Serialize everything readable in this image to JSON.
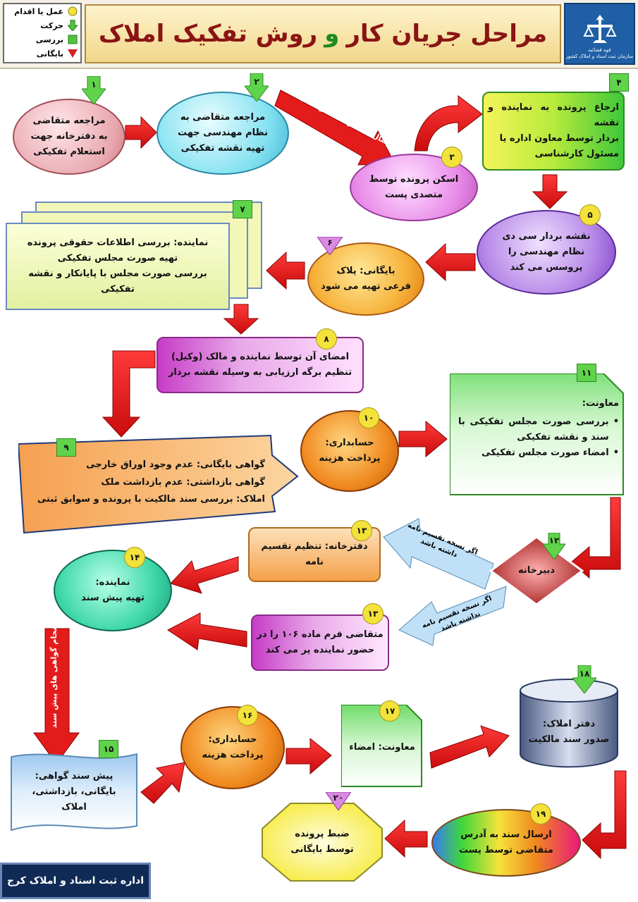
{
  "header": {
    "title_part1": "مراحل جریان کار",
    "title_and": "و",
    "title_part2": "روش تفکیک املاک",
    "legend": [
      {
        "label": "عمل یا اقدام",
        "icon": "circle-icon",
        "color": "#f2e23a"
      },
      {
        "label": "حرکت",
        "icon": "down-arrow-icon",
        "color": "#4ec43a"
      },
      {
        "label": "بررسی",
        "icon": "square-icon",
        "color": "#4ec43a"
      },
      {
        "label": "بایگانی",
        "icon": "down-triangle-icon",
        "color": "#d62020"
      }
    ],
    "logo_caption_1": "قوه قضائیه",
    "logo_caption_2": "سازمان ثبت اسناد و املاک کشور"
  },
  "steps": {
    "s1": {
      "num": "۱",
      "lines": [
        "مراجعه متقاضی",
        "به دفترخانه جهت",
        "استعلام تفکیکی"
      ]
    },
    "s2": {
      "num": "۲",
      "lines": [
        "مراجعه متقاضی به",
        "نظام مهندسی جهت",
        "تهیه نقشه تفکیکی"
      ]
    },
    "send_label": "ارسال به اداره ثبت توسط پست",
    "s3": {
      "num": "۳",
      "lines": [
        "اسکن پرونده توسط",
        "متصدی پست"
      ]
    },
    "s4": {
      "num": "۴",
      "lines": [
        "ارجاع پرونده به نماینده و نقشه",
        "بردار توسط معاون اداره یا",
        "مسئول کارشناسی"
      ]
    },
    "s5": {
      "num": "۵",
      "lines": [
        "نقشه بردار سی دی",
        "نظام مهندسی را",
        "پروسس می کند"
      ]
    },
    "s6": {
      "num": "۶",
      "lines": [
        "بایگانی: پلاک",
        "فرعی تهیه می شود"
      ]
    },
    "s7": {
      "num": "۷",
      "lines": [
        "نماینده:  بررسی اطلاعات حقوقی پرونده",
        "تهیه صورت مجلس تفکیکی",
        "بررسی صورت مجلس با پایانکار و نقشه تفکیکی"
      ]
    },
    "s8": {
      "num": "۸",
      "lines": [
        "امضای آن توسط نماینده و مالک (وکیل)",
        "تنظیم برگه ارزیابی به وسیله نقشه بردار"
      ]
    },
    "s9": {
      "num": "۹",
      "lines": [
        "گواهی بایگانی: عدم وجود اوراق خارجی",
        "گواهی بازداشتی: عدم بازداشت ملک",
        "املاک: بررسی سند مالکیت با پرونده و سوابق ثبتی"
      ]
    },
    "s10": {
      "num": "۱۰",
      "lines": [
        "حسابداری:",
        "پرداخت هزینه"
      ]
    },
    "s11": {
      "num": "۱۱",
      "title": "معاونت:",
      "bullets": [
        "بررسی صورت مجلس تفکیکی با سند و نقشه تفکیکی",
        "امضاء صورت مجلس تفکیکی"
      ]
    },
    "s12": {
      "num": "۱۲",
      "lines": [
        "دبیرخانه"
      ]
    },
    "if_has_copy": [
      "اگر نسخه تقسیم نامه",
      "داشته باشد"
    ],
    "if_no_copy": [
      "اگر نسخه تقسیم نامه",
      "نداشته باشد"
    ],
    "s13a": {
      "num": "۱۳",
      "lines": [
        "دفترخانه: تنظیم تقسیم نامه"
      ]
    },
    "s13b": {
      "num": "۱۳",
      "lines": [
        "متقاضی فرم ماده ۱۰۶ را در",
        "حضور نماینده پر می کند"
      ]
    },
    "s14": {
      "num": "۱۴",
      "lines": [
        "نماینده:",
        "تهیه پیش سند"
      ]
    },
    "pre_cert_label": "انجام گواهی های پیش سند",
    "s15": {
      "num": "۱۵",
      "lines": [
        "پیش سند گواهی:",
        "بایگانی، بازداشتی، املاک"
      ]
    },
    "s16": {
      "num": "۱۶",
      "lines": [
        "حسابداری:",
        "پرداخت هزینه"
      ]
    },
    "s17": {
      "num": "۱۷",
      "lines": [
        "معاونت:  امضاء"
      ]
    },
    "s18": {
      "num": "۱۸",
      "lines": [
        "دفتر املاک:",
        "صدور سند مالکیت"
      ]
    },
    "s19": {
      "num": "۱۹",
      "lines": [
        "ارسال سند به آدرس",
        "متقاضی توسط پست"
      ]
    },
    "s20": {
      "num": "۲۰",
      "lines": [
        "ضبط پرونده",
        "توسط بایگانی"
      ]
    }
  },
  "footer": {
    "label": "اداره ثبت اسناد و املاک کرج"
  }
}
